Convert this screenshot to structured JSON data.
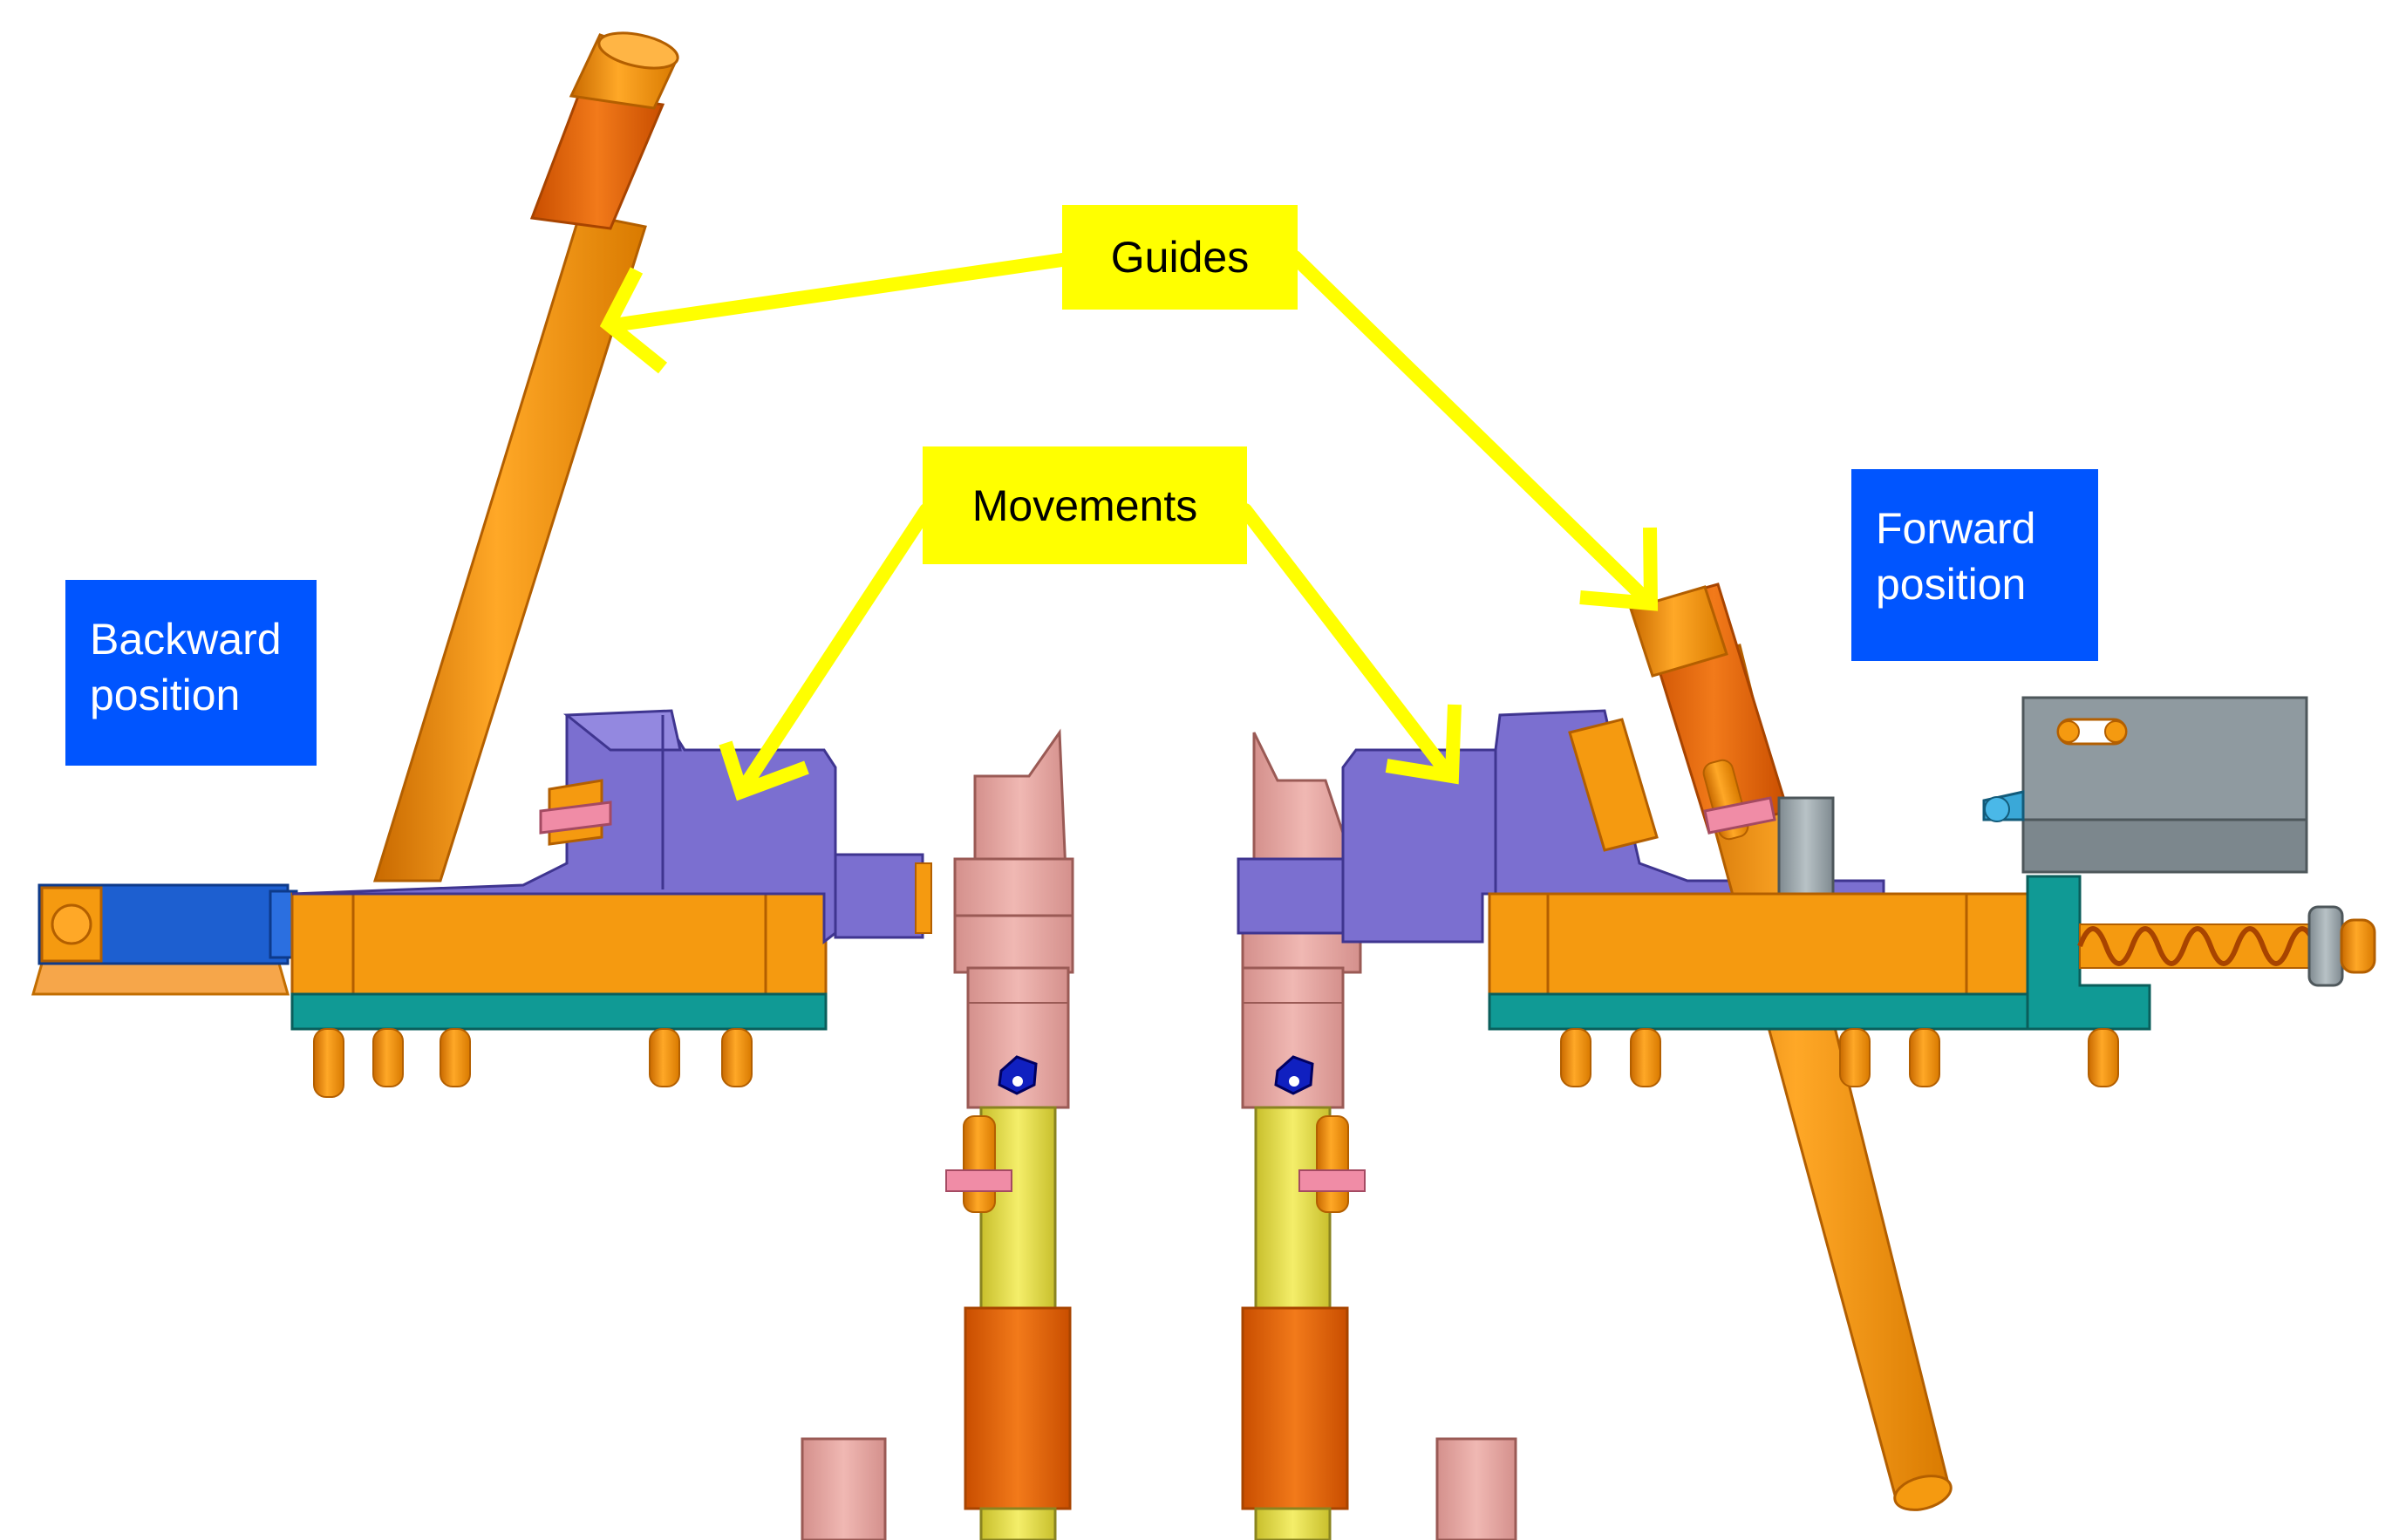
{
  "labels": {
    "guides": "Guides",
    "movements": "Movements",
    "backward": {
      "line1": "Backward",
      "line2": "position"
    },
    "forward": {
      "line1": "Forward",
      "line2": "position"
    }
  },
  "colors": {
    "callout_yellow": "#ffff00",
    "callout_blue": "#0055ff",
    "arrow_yellow": "#ffff00",
    "orange": "#f59a10",
    "dark_orange": "#e8650e",
    "purple": "#7b6fd0",
    "teal": "#109a95",
    "blue_block": "#1d5fd0",
    "pink": "#e8a5a0",
    "yellow_rod": "#ece455",
    "grey": "#8f9aa0"
  }
}
